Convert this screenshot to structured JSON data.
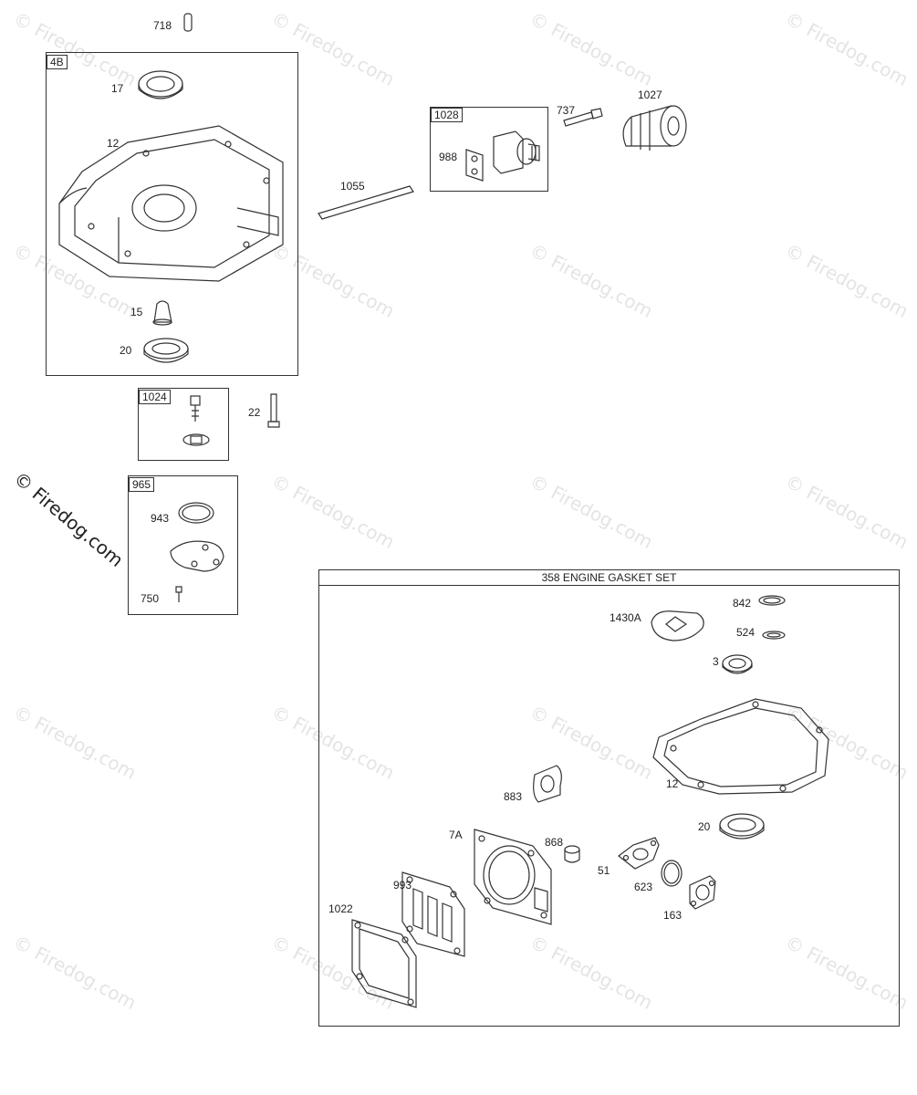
{
  "watermark": {
    "text": "© Firedog.com"
  },
  "side_watermark": {
    "text": "© Firedog.com"
  },
  "groups": {
    "g4b": {
      "label": "4B"
    },
    "g1028": {
      "label": "1028"
    },
    "g1024": {
      "label": "1024"
    },
    "g965": {
      "label": "965"
    },
    "gasket_set": {
      "title": "358 ENGINE GASKET SET"
    }
  },
  "parts": {
    "p718": "718",
    "p17": "17",
    "p12": "12",
    "p15": "15",
    "p20": "20",
    "p1055": "1055",
    "p737": "737",
    "p1027": "1027",
    "p988": "988",
    "p22": "22",
    "p943": "943",
    "p750": "750",
    "p842": "842",
    "p1430a": "1430A",
    "p524": "524",
    "p3": "3",
    "p12b": "12",
    "p883": "883",
    "p20b": "20",
    "p7a": "7A",
    "p868": "868",
    "p51": "51",
    "p993": "993",
    "p623": "623",
    "p163": "163",
    "p1022": "1022"
  }
}
